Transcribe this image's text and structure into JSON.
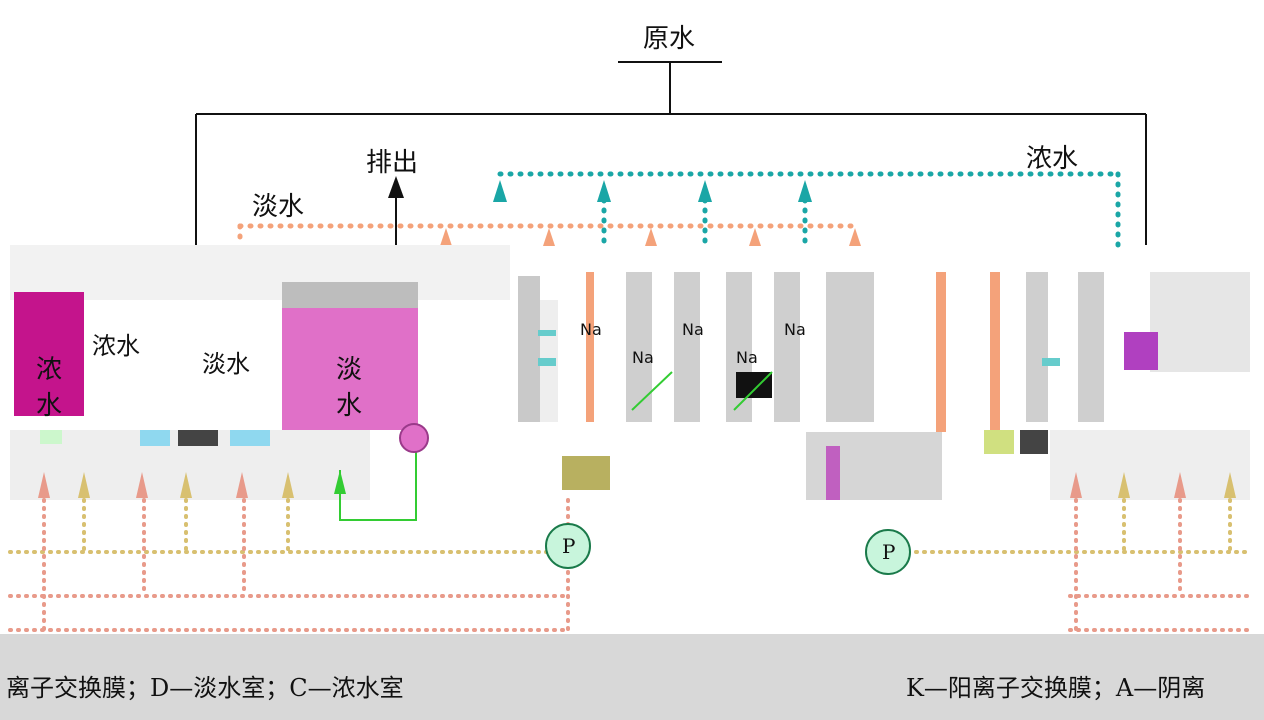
{
  "labels": {
    "raw_water": "原水",
    "discharge": "排出",
    "fresh_water_top": "淡水",
    "conc_water_top": "浓水",
    "left_conc_side": "浓水",
    "left_fresh_side": "淡水",
    "tank_conc": "浓\n水",
    "tank_fresh": "淡\n水",
    "ion_na": "Na",
    "pump": "P"
  },
  "captions": {
    "left": "离子交换膜；D—淡水室；C—浓水室",
    "right": "K—阳离子交换膜；A—阴离"
  },
  "colors": {
    "line": "#111111",
    "fresh_dots": "#f4a27a",
    "conc_dots": "#1aa6a6",
    "tank_conc": "#c4148c",
    "tank_fresh": "#e070c8",
    "green_pipe": "#33cc33",
    "pump_fill": "#c8f5dc",
    "cation_arrow": "#f08a5d",
    "caption_band": "#d8d8d8"
  }
}
